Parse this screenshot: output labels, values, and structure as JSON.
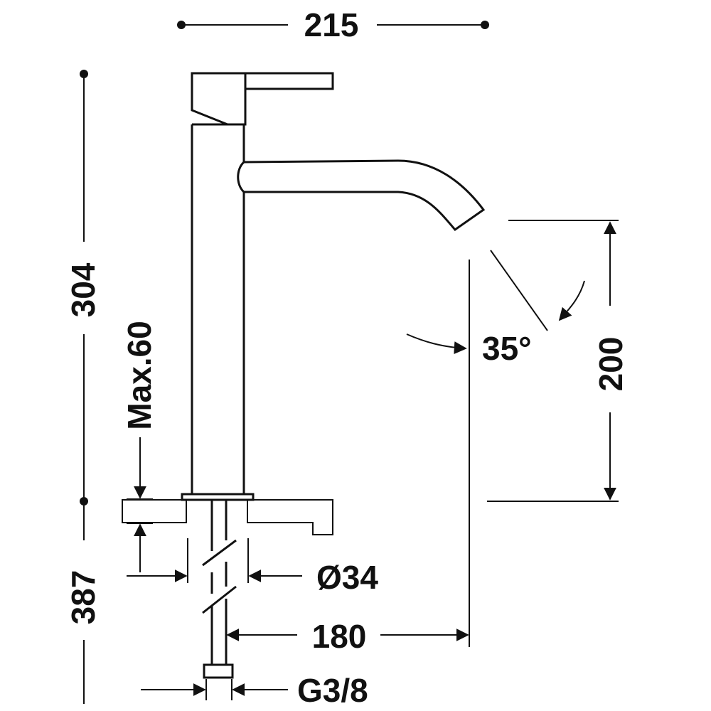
{
  "dimensions": {
    "total_width": "215",
    "total_height": "304",
    "max_thickness": "Max.60",
    "under_length": "387",
    "hole_diameter": "Ø34",
    "spout_height": "200",
    "spout_reach": "180",
    "spout_angle": "35°",
    "connection": "G3/8"
  },
  "colors": {
    "line": "#111111",
    "background": "#ffffff"
  }
}
